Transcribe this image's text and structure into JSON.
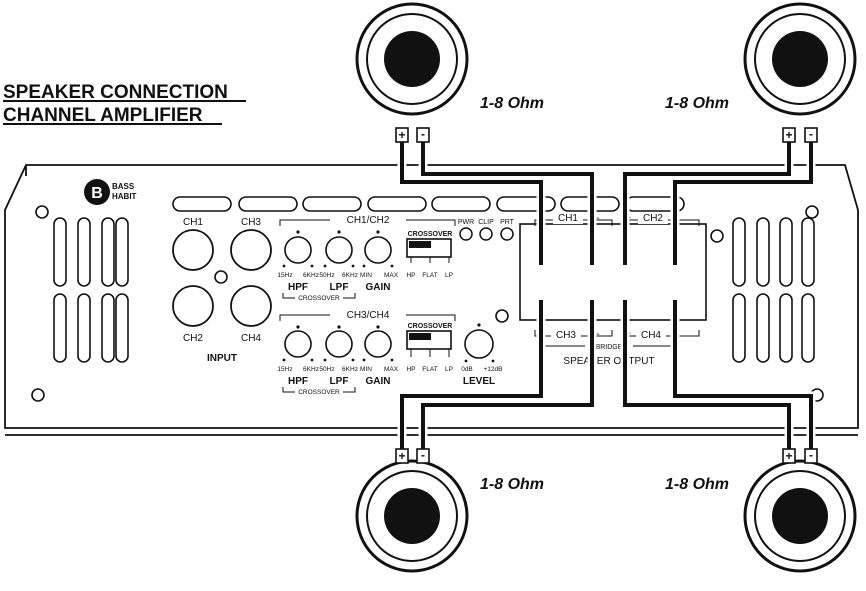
{
  "title": {
    "line1": "SPEAKER CONNECTION",
    "line2": "CHANNEL AMPLIFIER"
  },
  "brand": {
    "logo_glyph": "B",
    "line1": "BASS",
    "line2": "HABIT"
  },
  "speakers": {
    "top_left_ohm": "1-8 Ohm",
    "top_right_ohm": "1-8 Ohm",
    "bottom_left_ohm": "1-8 Ohm",
    "bottom_right_ohm": "1-8 Ohm",
    "plus": "+",
    "minus": "-"
  },
  "inputs": {
    "ch1": "CH1",
    "ch2": "CH2",
    "ch3": "CH3",
    "ch4": "CH4",
    "label": "INPUT"
  },
  "group12": {
    "title": "CH1/CH2",
    "hpf_min": "15Hz",
    "hpf_max": "6KHz",
    "lpf_min": "50Hz",
    "lpf_max": "6KHz",
    "gain_min": "MIN",
    "gain_max": "MAX",
    "hpf": "HPF",
    "lpf": "LPF",
    "gain": "GAIN",
    "crossover": "CROSSOVER",
    "crossover_switch": "CROSSOVER",
    "sw_hp": "HP",
    "sw_flat": "FLAT",
    "sw_lp": "LP"
  },
  "group34": {
    "title": "CH3/CH4",
    "hpf_min": "15Hz",
    "hpf_max": "6KHz",
    "lpf_min": "50Hz",
    "lpf_max": "6KHz",
    "gain_min": "MIN",
    "gain_max": "MAX",
    "hpf": "HPF",
    "lpf": "LPF",
    "gain": "GAIN",
    "crossover": "CROSSOVER",
    "crossover_switch": "CROSSOVER",
    "sw_hp": "HP",
    "sw_flat": "FLAT",
    "sw_lp": "LP"
  },
  "level": {
    "min": "0dB",
    "max": "+12dB",
    "label": "LEVEL"
  },
  "leds": {
    "pwr": "PWR",
    "clip": "CLIP",
    "prt": "PRT"
  },
  "output": {
    "ch1": "CH1",
    "ch2": "CH2",
    "ch3": "CH3",
    "ch4": "CH4",
    "plus": "+",
    "minus": "-",
    "bridge": "BRIDGE",
    "label": "SPEAKER OUTPUT"
  }
}
